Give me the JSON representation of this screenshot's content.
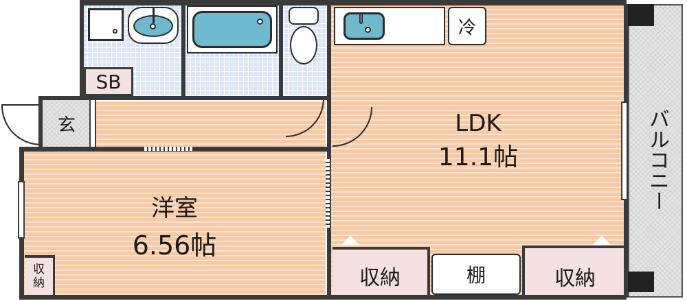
{
  "floorplan": {
    "rooms": {
      "ldk": {
        "name": "LDK",
        "size": "11.1帖"
      },
      "western_room": {
        "name": "洋室",
        "size": "6.56帖"
      },
      "balcony": {
        "name": "バルコニー"
      },
      "entrance": {
        "name": "玄"
      },
      "shoe_box": {
        "name": "SB"
      }
    },
    "fixtures": {
      "fridge": "冷",
      "shelf": "棚",
      "storage_ldk_left": "収納",
      "storage_ldk_right": "収納",
      "storage_western": "収\n納"
    },
    "colors": {
      "wood_floor": "#f7c9a4",
      "tile_floor": "#dbe6fb",
      "storage": "#f4e1e1",
      "balcony": "#e3e3e3",
      "fixture_blue": "#6fb9cf",
      "wall": "#3a3a3a"
    }
  }
}
